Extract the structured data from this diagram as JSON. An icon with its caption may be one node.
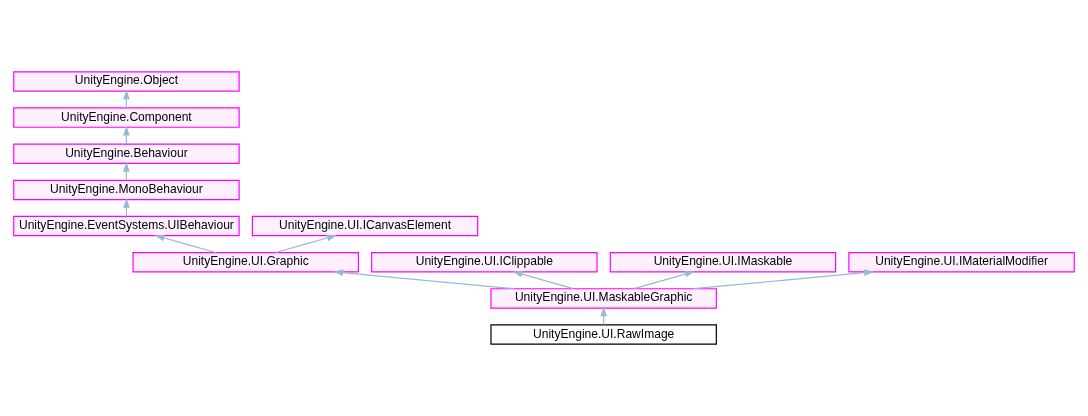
{
  "diagram": {
    "nodes": [
      {
        "text": [
          "UnityEngine.Object"
        ]
      },
      {
        "text": [
          "UnityEngine.Component"
        ]
      },
      {
        "text": [
          "UnityEngine.Behaviour"
        ]
      },
      {
        "text": [
          "UnityEngine.MonoBehaviour"
        ]
      },
      {
        "text": [
          "UnityEngine.EventSystems.UIBehaviour"
        ]
      },
      {
        "text": [
          "UnityEngine.UI.ICanvasElement"
        ]
      },
      {
        "text": [
          "UnityEngine.UI.Graphic"
        ]
      },
      {
        "text": [
          "UnityEngine.UI.IClippable"
        ]
      },
      {
        "text": [
          "UnityEngine.UI.IMaskable"
        ]
      },
      {
        "text": [
          "UnityEngine.UI.IMaterialModifier"
        ]
      },
      {
        "text": [
          "UnityEngine.UI.MaskableGraphic"
        ]
      },
      {
        "text": [
          "UnityEngine.UI.RawImage"
        ]
      }
    ],
    "edges": [
      {
        "from": 1,
        "to": 0,
        "arrow": "to"
      },
      {
        "from": 2,
        "to": 1,
        "arrow": "to"
      },
      {
        "from": 3,
        "to": 2,
        "arrow": "to"
      },
      {
        "from": 4,
        "to": 3,
        "arrow": "to"
      },
      {
        "from": 6,
        "to": 4,
        "arrow": "to"
      },
      {
        "from": 6,
        "to": 5,
        "arrow": "to"
      },
      {
        "from": 10,
        "to": 6,
        "arrow": "to"
      },
      {
        "from": 10,
        "to": 7,
        "arrow": "to"
      },
      {
        "from": 10,
        "to": 8,
        "arrow": "to"
      },
      {
        "from": 10,
        "to": 9,
        "arrow": "to"
      },
      {
        "from": 11,
        "to": 10,
        "arrow": "to"
      }
    ]
  }
}
